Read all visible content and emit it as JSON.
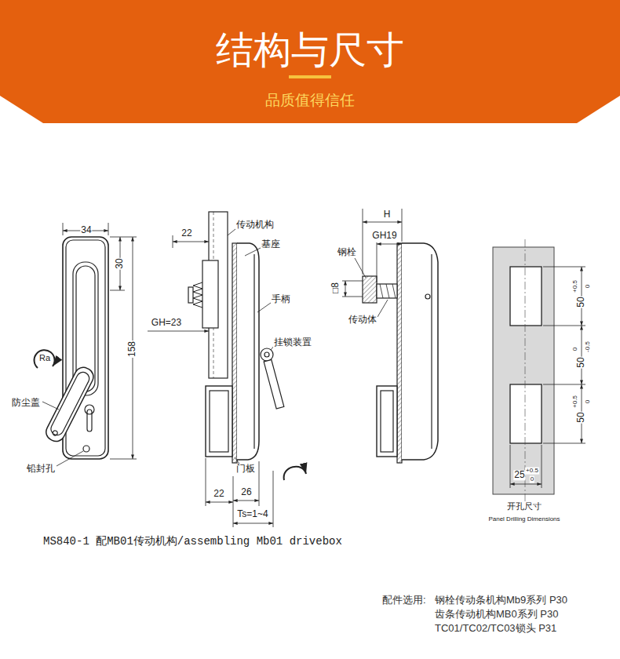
{
  "diagram": {
    "caption": "MS840-1 配MB01传动机构/assembling Mb01 drivebox",
    "nodes": [
      {
        "text": [
          "结构与尺寸",
          "品质值得信任"
        ]
      }
    ],
    "labels": [
      "34",
      "30",
      "158",
      "Ra",
      "防尘盖",
      "铅封孔",
      "22",
      "传动机构",
      "基座",
      "手柄",
      "GH=23",
      "挂锁装置",
      "门板",
      "22",
      "26",
      "Ts=1~4",
      "H",
      "GH19",
      "钢栓",
      "□8",
      "传动体",
      "50",
      "+0.5",
      "0",
      "50",
      "0",
      "-0.5",
      "50",
      "+0.5",
      "0",
      "25",
      "+0.5",
      "0",
      "开孔尺寸",
      "Panel Drilling Dimensions",
      "配件选用:",
      "钢栓传动条机构Mb9系列  P30",
      "齿条传动机构MB0系列 P30",
      "TC01/TC02/TC03锁头 P31"
    ]
  }
}
